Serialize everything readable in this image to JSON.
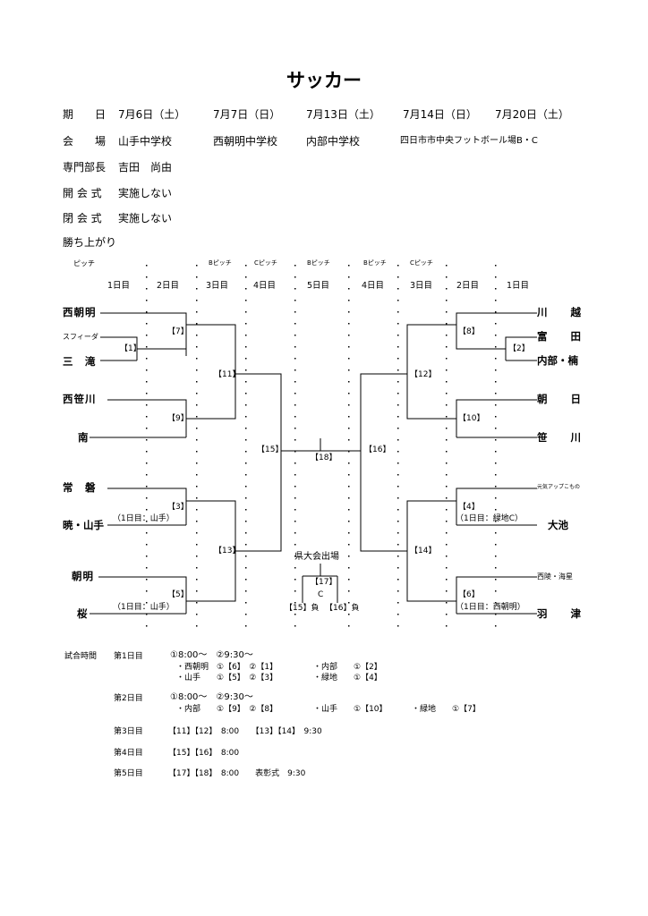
{
  "title": "サッカー",
  "info": {
    "date_label": "期　　日",
    "dates": [
      "7月6日（土）",
      "7月7日（日）",
      "7月13日（土）",
      "7月14日（日）",
      "7月20日（土）"
    ],
    "venue_label": "会　　場",
    "venues": [
      "山手中学校",
      "西朝明中学校",
      "内部中学校",
      "四日市市中央フットボール場B・C"
    ],
    "director_label": "専門部長",
    "director": "吉田　尚由",
    "opening_label": "開 会 式",
    "opening": "実施しない",
    "closing_label": "閉 会 式",
    "closing": "実施しない",
    "section": "勝ち上がり"
  },
  "bracket": {
    "pitch_label": "ピッチ",
    "pitch_headers": [
      "Bピッチ",
      "Cピッチ",
      "Bピッチ",
      "Bピッチ",
      "Cピッチ"
    ],
    "day_headers": [
      "1日目",
      "2日目",
      "3日目",
      "4日目",
      "5日目",
      "4日目",
      "3日目",
      "2日目",
      "1日目"
    ],
    "left_teams": [
      "西朝明",
      "スフィーダ",
      "三　滝",
      "西笹川",
      "南",
      "常　磐",
      "暁・山手",
      "朝明",
      "桜"
    ],
    "right_teams": [
      "川　　越",
      "富　　田",
      "内部・楠",
      "朝　　日",
      "笹　　川",
      "元気アップこもの",
      "大池",
      "西陵・海星",
      "羽　　津"
    ],
    "matches": {
      "m1": "【1】",
      "m2": "【2】",
      "m3": "【3】",
      "m4": "【4】",
      "m5": "【5】",
      "m6": "【6】",
      "m7": "【7】",
      "m8": "【8】",
      "m9": "【9】",
      "m10": "【10】",
      "m11": "【11】",
      "m12": "【12】",
      "m13": "【13】",
      "m14": "【14】",
      "m15": "【15】",
      "m16": "【16】",
      "m17": "【17】",
      "m18": "【18】"
    },
    "notes": {
      "n3": "（1日目：山手）",
      "n5": "（1日目：山手）",
      "n4": "（1日目：緑地C）",
      "n6": "（1日目：西朝明）"
    },
    "prefectural": "県大会出場",
    "m17_pitch": "C",
    "loser15": "【15】負",
    "loser16": "【16】負"
  },
  "schedule": {
    "label": "試合時間",
    "day1": {
      "label": "第1日目",
      "times": "①8:00～　②9:30～",
      "row1": "・西朝明　①【6】　②【1】",
      "row1b": "・内部　　①【2】",
      "row2": "・山手　　①【5】　②【3】",
      "row2b": "・緑地　　①【4】"
    },
    "day2": {
      "label": "第2日目",
      "times": "①8:00～　②9:30～",
      "row1": "・内部　　①【9】　②【8】",
      "row1b": "・山手　　①【10】",
      "row1c": "・緑地　　①【7】"
    },
    "day3": {
      "label": "第3日目",
      "text": "【11】【12】　8:00　　【13】【14】　9:30"
    },
    "day4": {
      "label": "第4日目",
      "text": "【15】【16】　8:00"
    },
    "day5": {
      "label": "第5日目",
      "text": "【17】【18】　8:00　　表彰式　9:30"
    }
  }
}
